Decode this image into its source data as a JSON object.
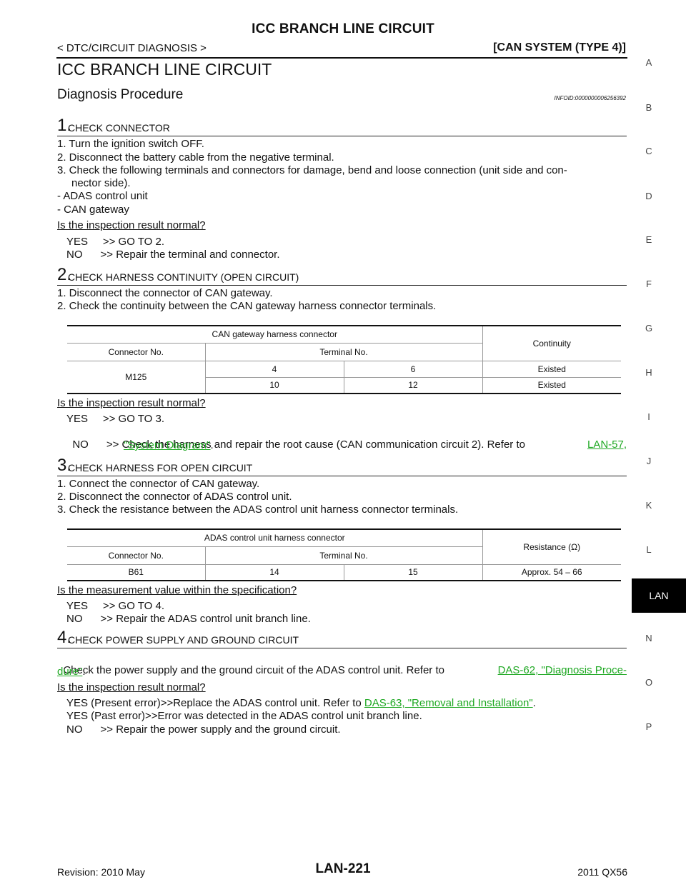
{
  "header": {
    "title": "ICC BRANCH LINE CIRCUIT",
    "section": "< DTC/CIRCUIT DIAGNOSIS >",
    "system": "[CAN SYSTEM (TYPE 4)]"
  },
  "main_title": "ICC BRANCH LINE CIRCUIT",
  "sub_title": "Diagnosis Procedure",
  "infoid": "INFOID:0000000006256392",
  "step1": {
    "num": "1.",
    "title": "CHECK CONNECTOR",
    "items": [
      "1. Turn the ignition switch OFF.",
      "2. Disconnect the battery cable from the negative terminal."
    ],
    "item3_a": "3. Check the following terminals and connectors for damage, bend and loose connection (unit side and con-",
    "item3_b": "nector side).",
    "dash1": "- ADAS control unit",
    "dash2": "- CAN gateway",
    "question": "Is the inspection result normal?",
    "yes": "YES     >> GO TO 2.",
    "no": "NO      >> Repair the terminal and connector."
  },
  "step2": {
    "num": "2.",
    "title": "CHECK HARNESS CONTINUITY (OPEN CIRCUIT)",
    "items": [
      "1. Disconnect the connector of CAN gateway.",
      "2. Check the continuity between the CAN gateway harness connector terminals."
    ],
    "table": {
      "group_header": "CAN gateway harness connector",
      "result_header": "Continuity",
      "col_connector": "Connector No.",
      "col_terminal": "Terminal No.",
      "connector": "M125",
      "rows": [
        {
          "t1": "4",
          "t2": "6",
          "result": "Existed"
        },
        {
          "t1": "10",
          "t2": "12",
          "result": "Existed"
        }
      ]
    },
    "question": "Is the inspection result normal?",
    "yes": "YES     >> GO TO 3.",
    "no_a": "NO      >> Check the harness and repair the root cause (CAN communication circuit 2). Refer to",
    "no_link1": "LAN-57,",
    "no_link2": "\"System Diagram\"",
    "no_end": "."
  },
  "step3": {
    "num": "3.",
    "title": "CHECK HARNESS FOR OPEN CIRCUIT",
    "items": [
      "1. Connect the connector of CAN gateway.",
      "2. Disconnect the connector of ADAS control unit.",
      "3. Check the resistance between the ADAS control unit harness connector terminals."
    ],
    "table": {
      "group_header": "ADAS control unit harness connector",
      "result_header": "Resistance (Ω)",
      "col_connector": "Connector No.",
      "col_terminal": "Terminal No.",
      "row": {
        "connector": "B61",
        "t1": "14",
        "t2": "15",
        "result": "Approx. 54 – 66"
      }
    },
    "question": "Is the measurement value within the specification?",
    "yes": "YES     >> GO TO 4.",
    "no": "NO      >> Repair the ADAS control unit branch line."
  },
  "step4": {
    "num": "4.",
    "title": "CHECK POWER SUPPLY AND GROUND CIRCUIT",
    "text_a": "Check the power supply and the ground circuit of the ADAS control unit. Refer to",
    "link_a": "DAS-62, \"Diagnosis Proce-",
    "link_b": "dure\"",
    "text_b": ".",
    "question": "Is the inspection result normal?",
    "yes_present": "YES (Present error)>>Replace the ADAS control unit. Refer to",
    "yes_present_link": "DAS-63, \"Removal and Installation\"",
    "yes_present_end": ".",
    "yes_past": "YES (Past error)>>Error was detected in the ADAS control unit branch line.",
    "no": "NO      >> Repair the power supply and the ground circuit."
  },
  "side_index": [
    "A",
    "B",
    "C",
    "D",
    "E",
    "F",
    "G",
    "H",
    "I",
    "J",
    "K",
    "L",
    "LAN",
    "N",
    "O",
    "P"
  ],
  "footer": {
    "page": "LAN-221",
    "revision": "Revision: 2010 May",
    "model": "2011 QX56"
  },
  "colors": {
    "link": "#1fa823",
    "tab_bg": "#000000"
  }
}
